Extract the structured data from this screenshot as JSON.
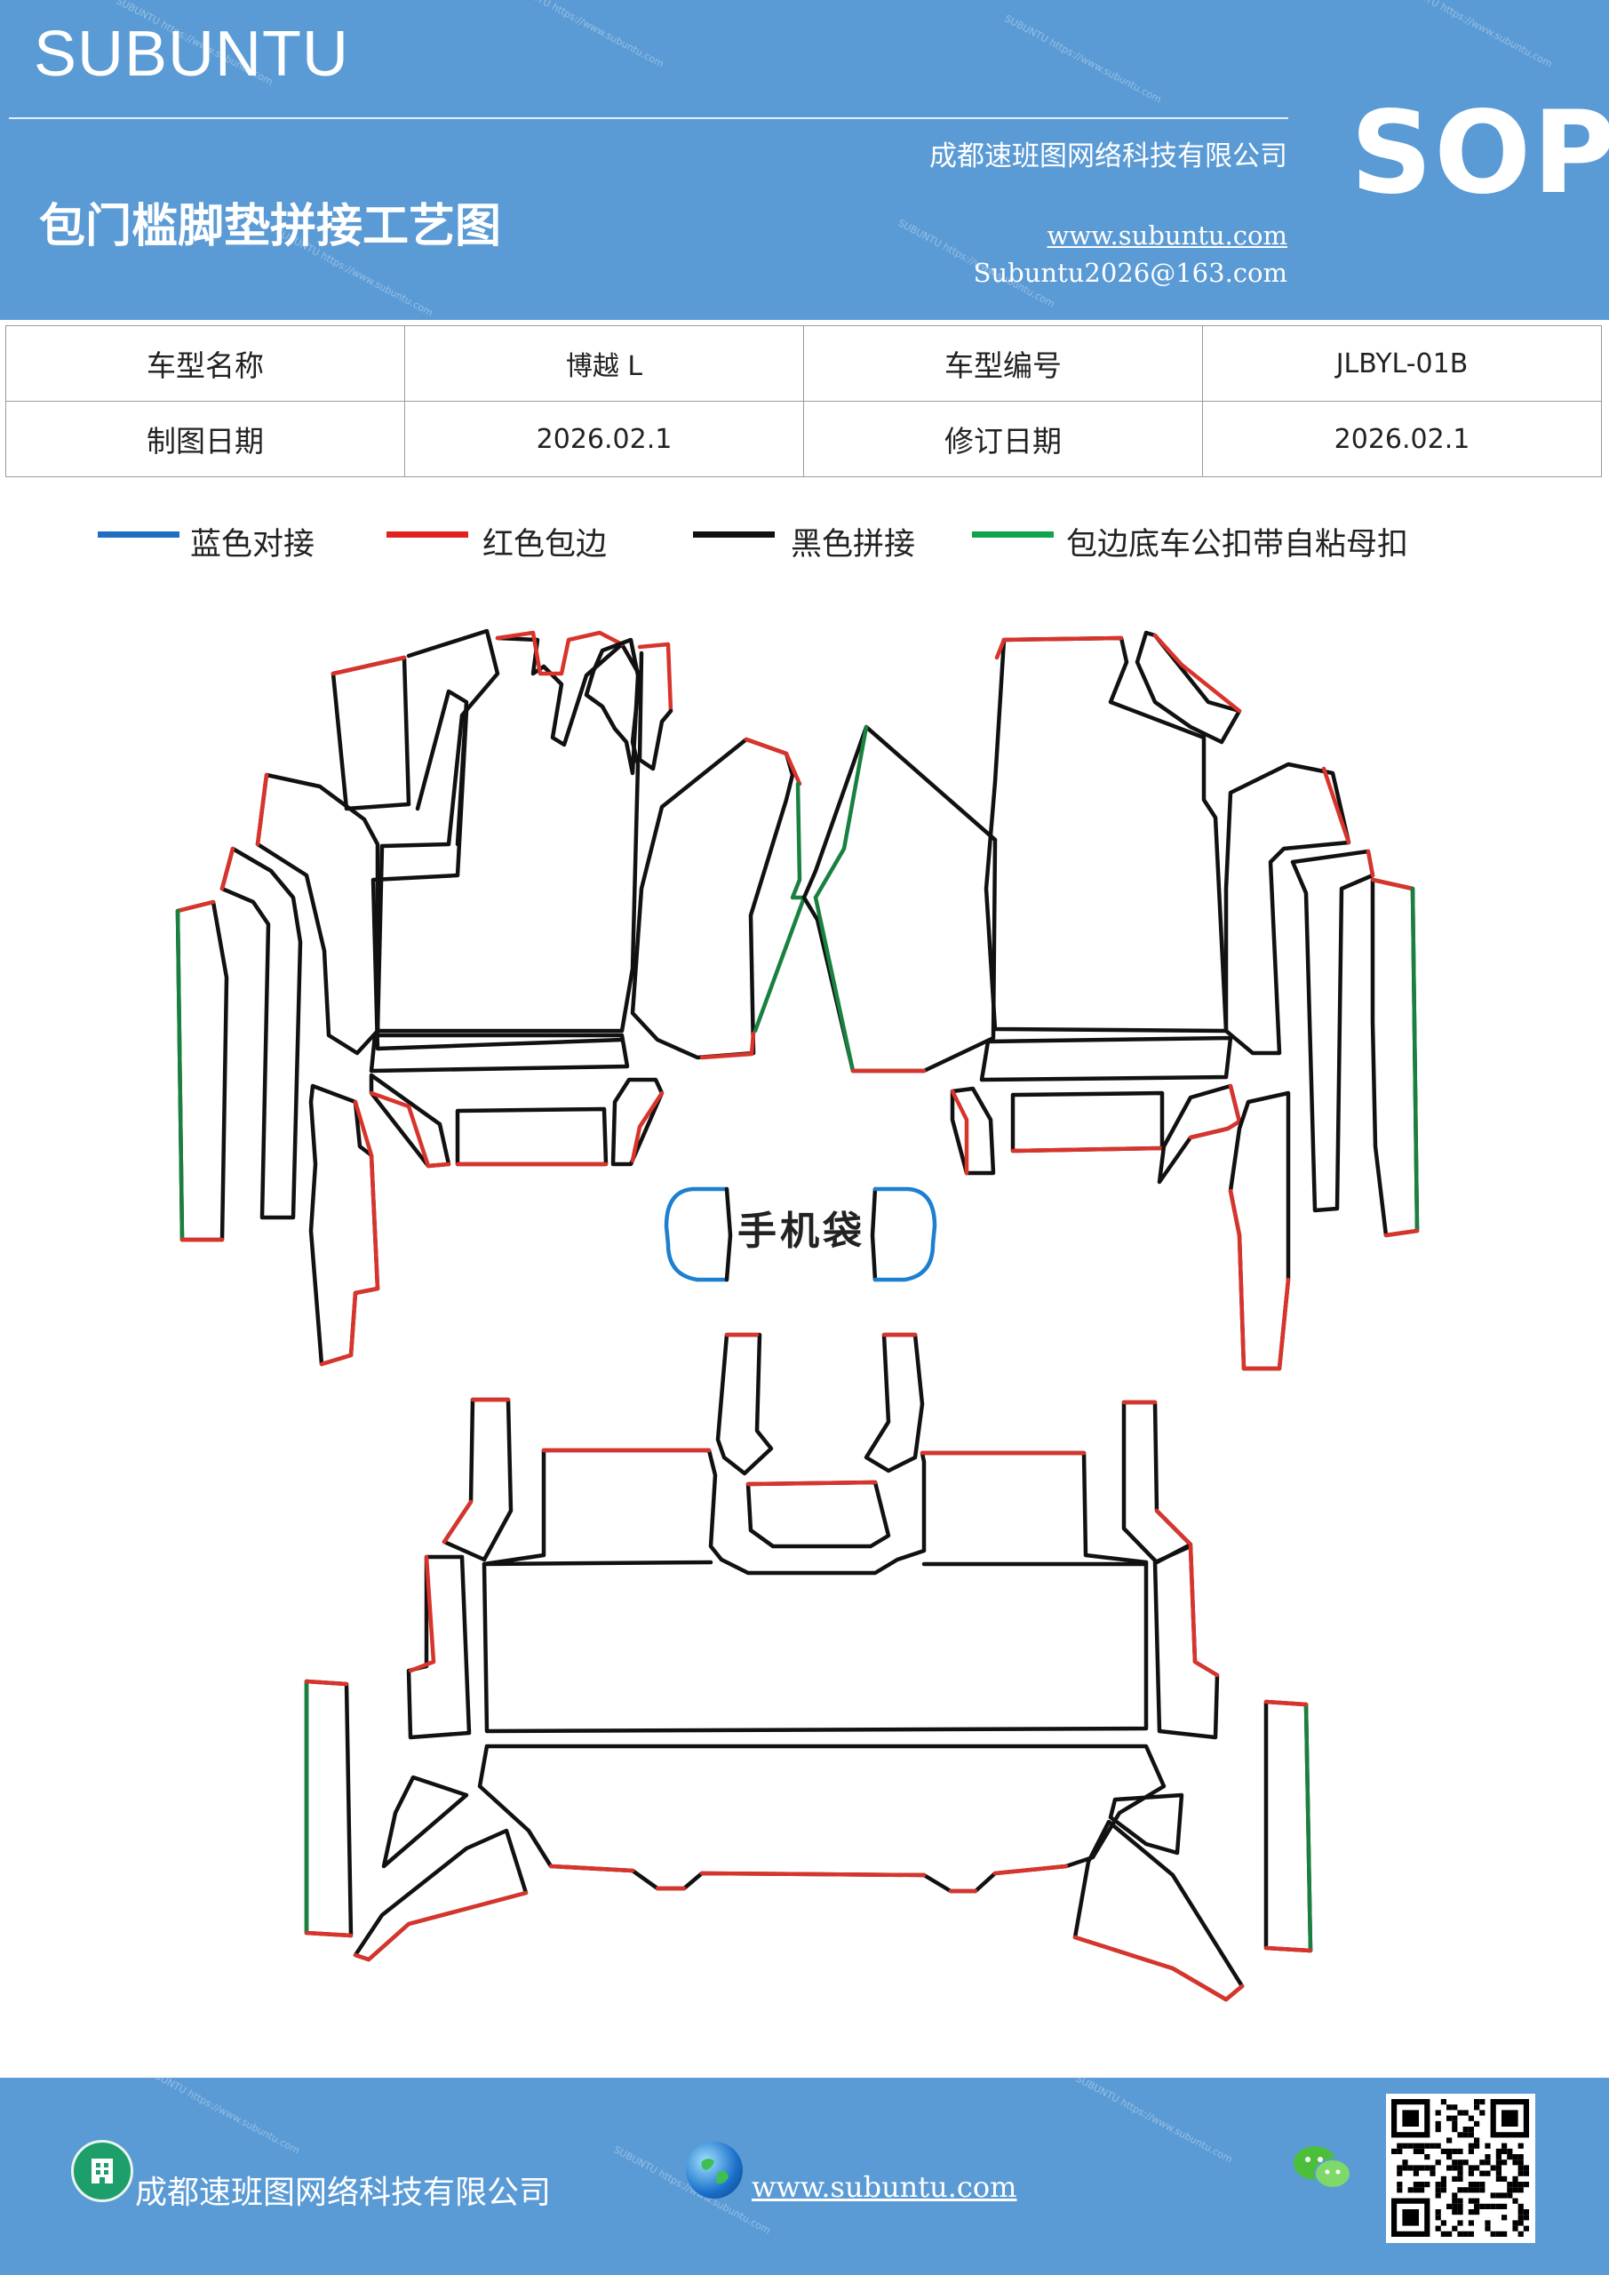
{
  "header": {
    "brand": "SUBUNTU",
    "badge": "SOP",
    "company": "成都速班图网络科技有限公司",
    "title": "包门槛脚垫拼接工艺图",
    "website": "www.subuntu.com",
    "email": "Subuntu2026@163.com",
    "watermark": "SUBUNTU https://www.subuntu.com"
  },
  "info_table": {
    "rows": [
      [
        "车型名称",
        "博越 L",
        "车型编号",
        "JLBYL-01B"
      ],
      [
        "制图日期",
        "2026.02.1",
        "修订日期",
        "2026.02.1"
      ]
    ]
  },
  "legend": [
    {
      "label": "蓝色对接",
      "color": "#1f6fc1"
    },
    {
      "label": "红色包边",
      "color": "#e32020"
    },
    {
      "label": "黑色拼接",
      "color": "#111111"
    },
    {
      "label": "包边底车公扣带自粘母扣",
      "color": "#10a34a"
    }
  ],
  "drawing": {
    "center_label": "手机袋",
    "edge_colors": {
      "black": "#111111",
      "red": "#d9342b",
      "green": "#19813f",
      "blue": "#1c7fd0"
    }
  },
  "footer": {
    "company": "成都速班图网络科技有限公司",
    "website": "www.subuntu.com",
    "building_icon": "building-icon",
    "globe_icon": "globe-icon",
    "wechat_icon": "wechat-icon",
    "qr_code": "qr-code"
  }
}
